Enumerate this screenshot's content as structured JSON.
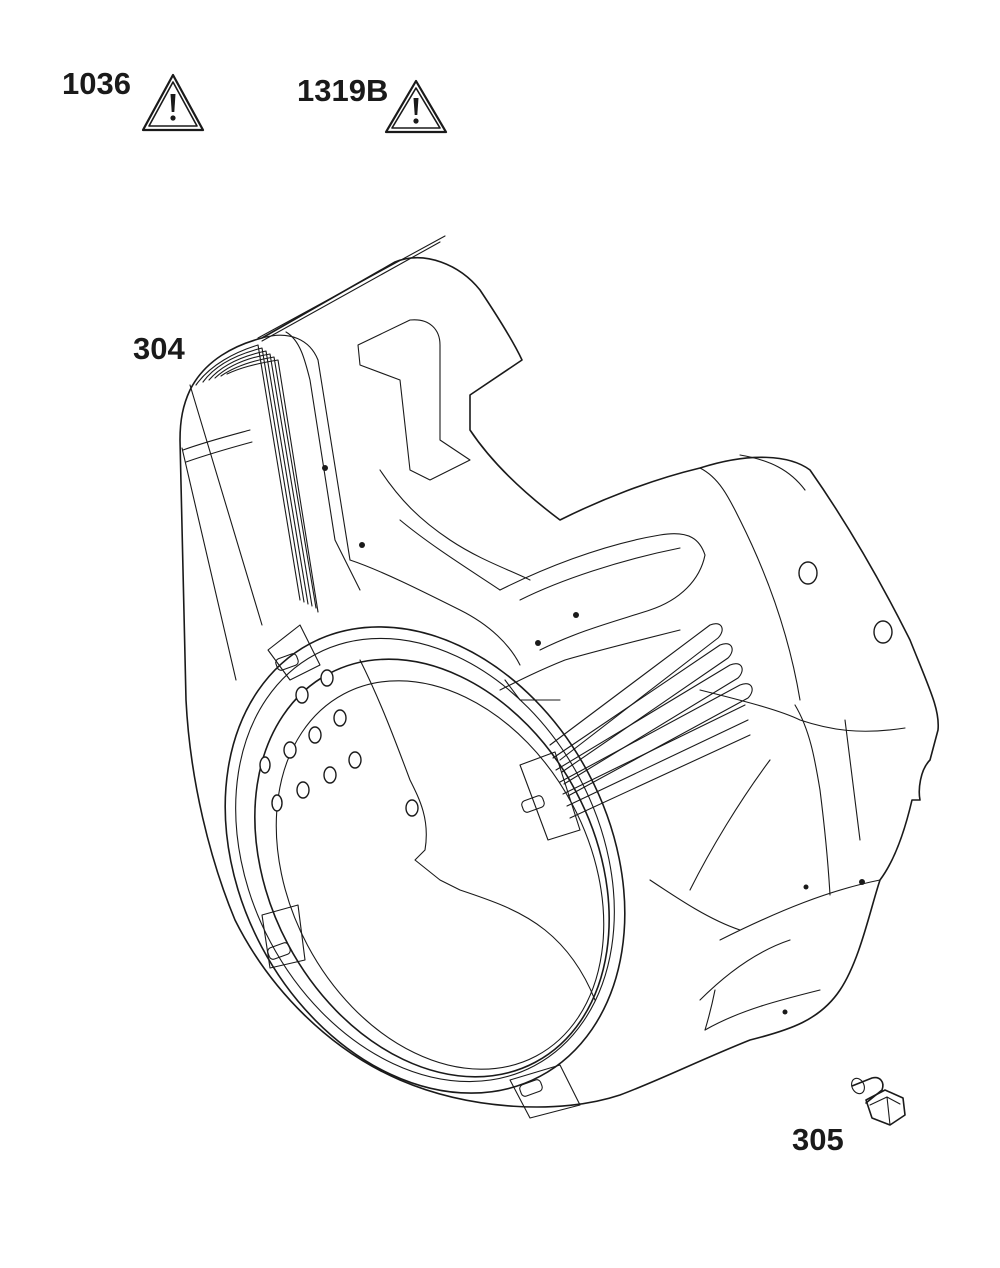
{
  "callouts": [
    {
      "id": "1036",
      "label": "1036",
      "has_warning_symbol": true
    },
    {
      "id": "1319B",
      "label": "1319B",
      "has_warning_symbol": true
    },
    {
      "id": "304",
      "label": "304"
    },
    {
      "id": "305",
      "label": "305"
    }
  ],
  "icons": {
    "warning": "warning-triangle-icon"
  },
  "colors": {
    "line": "#1a1a1a",
    "background": "#ffffff"
  }
}
